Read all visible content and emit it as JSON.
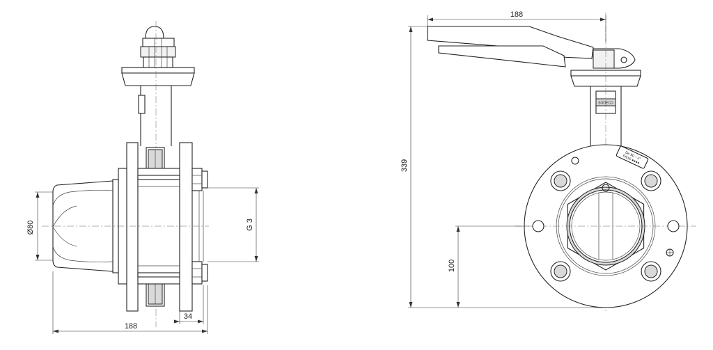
{
  "dimensions": {
    "side_overall_width": "188",
    "flange_offset": "34",
    "pipe_diameter": "Ø80",
    "thread": "G 3",
    "front_handle_length": "188",
    "front_overall_height": "339",
    "front_axis_height": "100"
  },
  "markings": {
    "brand_plate": "SODECO",
    "rating_label_line1": "De 90 – 3\"",
    "rating_label_line2": "PN16 ●●●●"
  }
}
